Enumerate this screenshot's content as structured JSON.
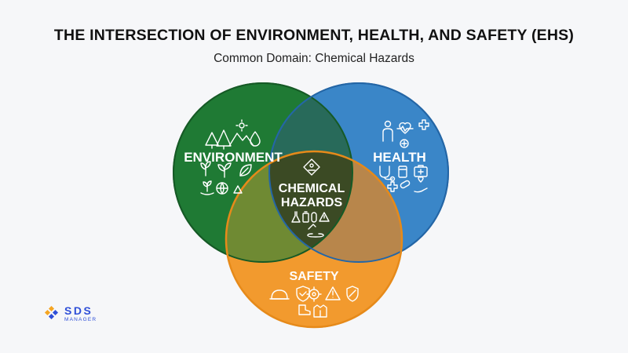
{
  "title": "THE INTERSECTION OF ENVIRONMENT, HEALTH, AND SAFETY (EHS)",
  "subtitle": "Common Domain: Chemical Hazards",
  "circles": {
    "environment": {
      "label": "ENVIRONMENT",
      "color": "#1f7a34"
    },
    "health": {
      "label": "HEALTH",
      "color": "#3a86c8"
    },
    "safety": {
      "label": "SAFETY",
      "color": "#f29a2e"
    }
  },
  "center": {
    "label_line1": "CHEMICAL",
    "label_line2": "HAZARDS",
    "color": "#3b4a24"
  },
  "logo": {
    "main": "SDS",
    "sub": "MANAGER",
    "color": "#2f4fd8"
  }
}
